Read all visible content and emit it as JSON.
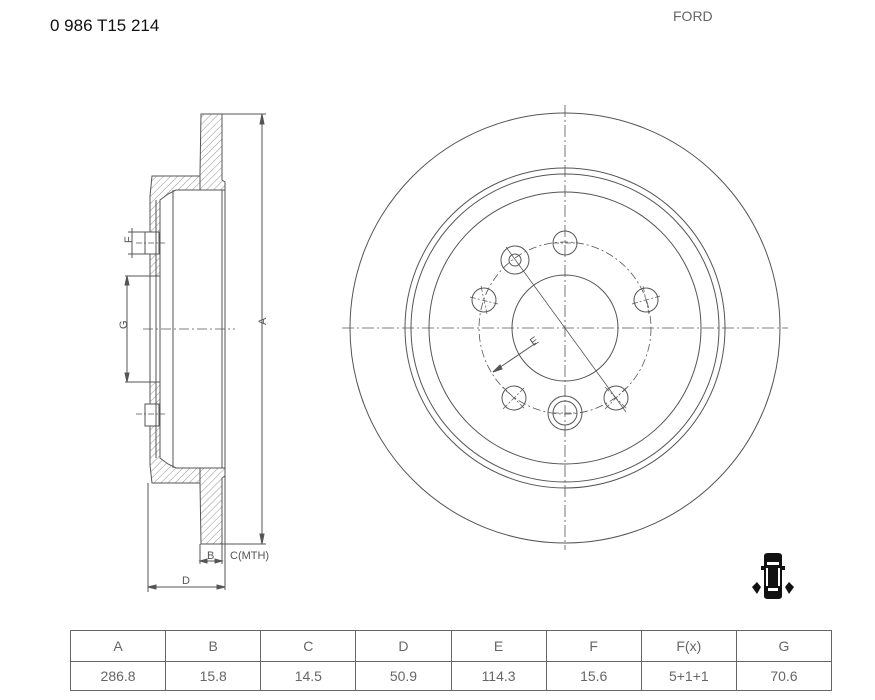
{
  "header": {
    "part_number": "0 986 T15 214",
    "brand": "FORD"
  },
  "drawing": {
    "side_view_labels": {
      "A": "A",
      "B": "B",
      "C": "C(MTH)",
      "D": "D",
      "F": "F",
      "G": "G"
    },
    "front_view_labels": {
      "E": "E"
    },
    "icon": "car-rear-axle-icon"
  },
  "spec_table": {
    "headers": [
      "A",
      "B",
      "C",
      "D",
      "E",
      "F",
      "F(x)",
      "G"
    ],
    "values": [
      "286.8",
      "15.8",
      "14.5",
      "50.9",
      "114.3",
      "15.6",
      "5+1+1",
      "70.6"
    ]
  }
}
